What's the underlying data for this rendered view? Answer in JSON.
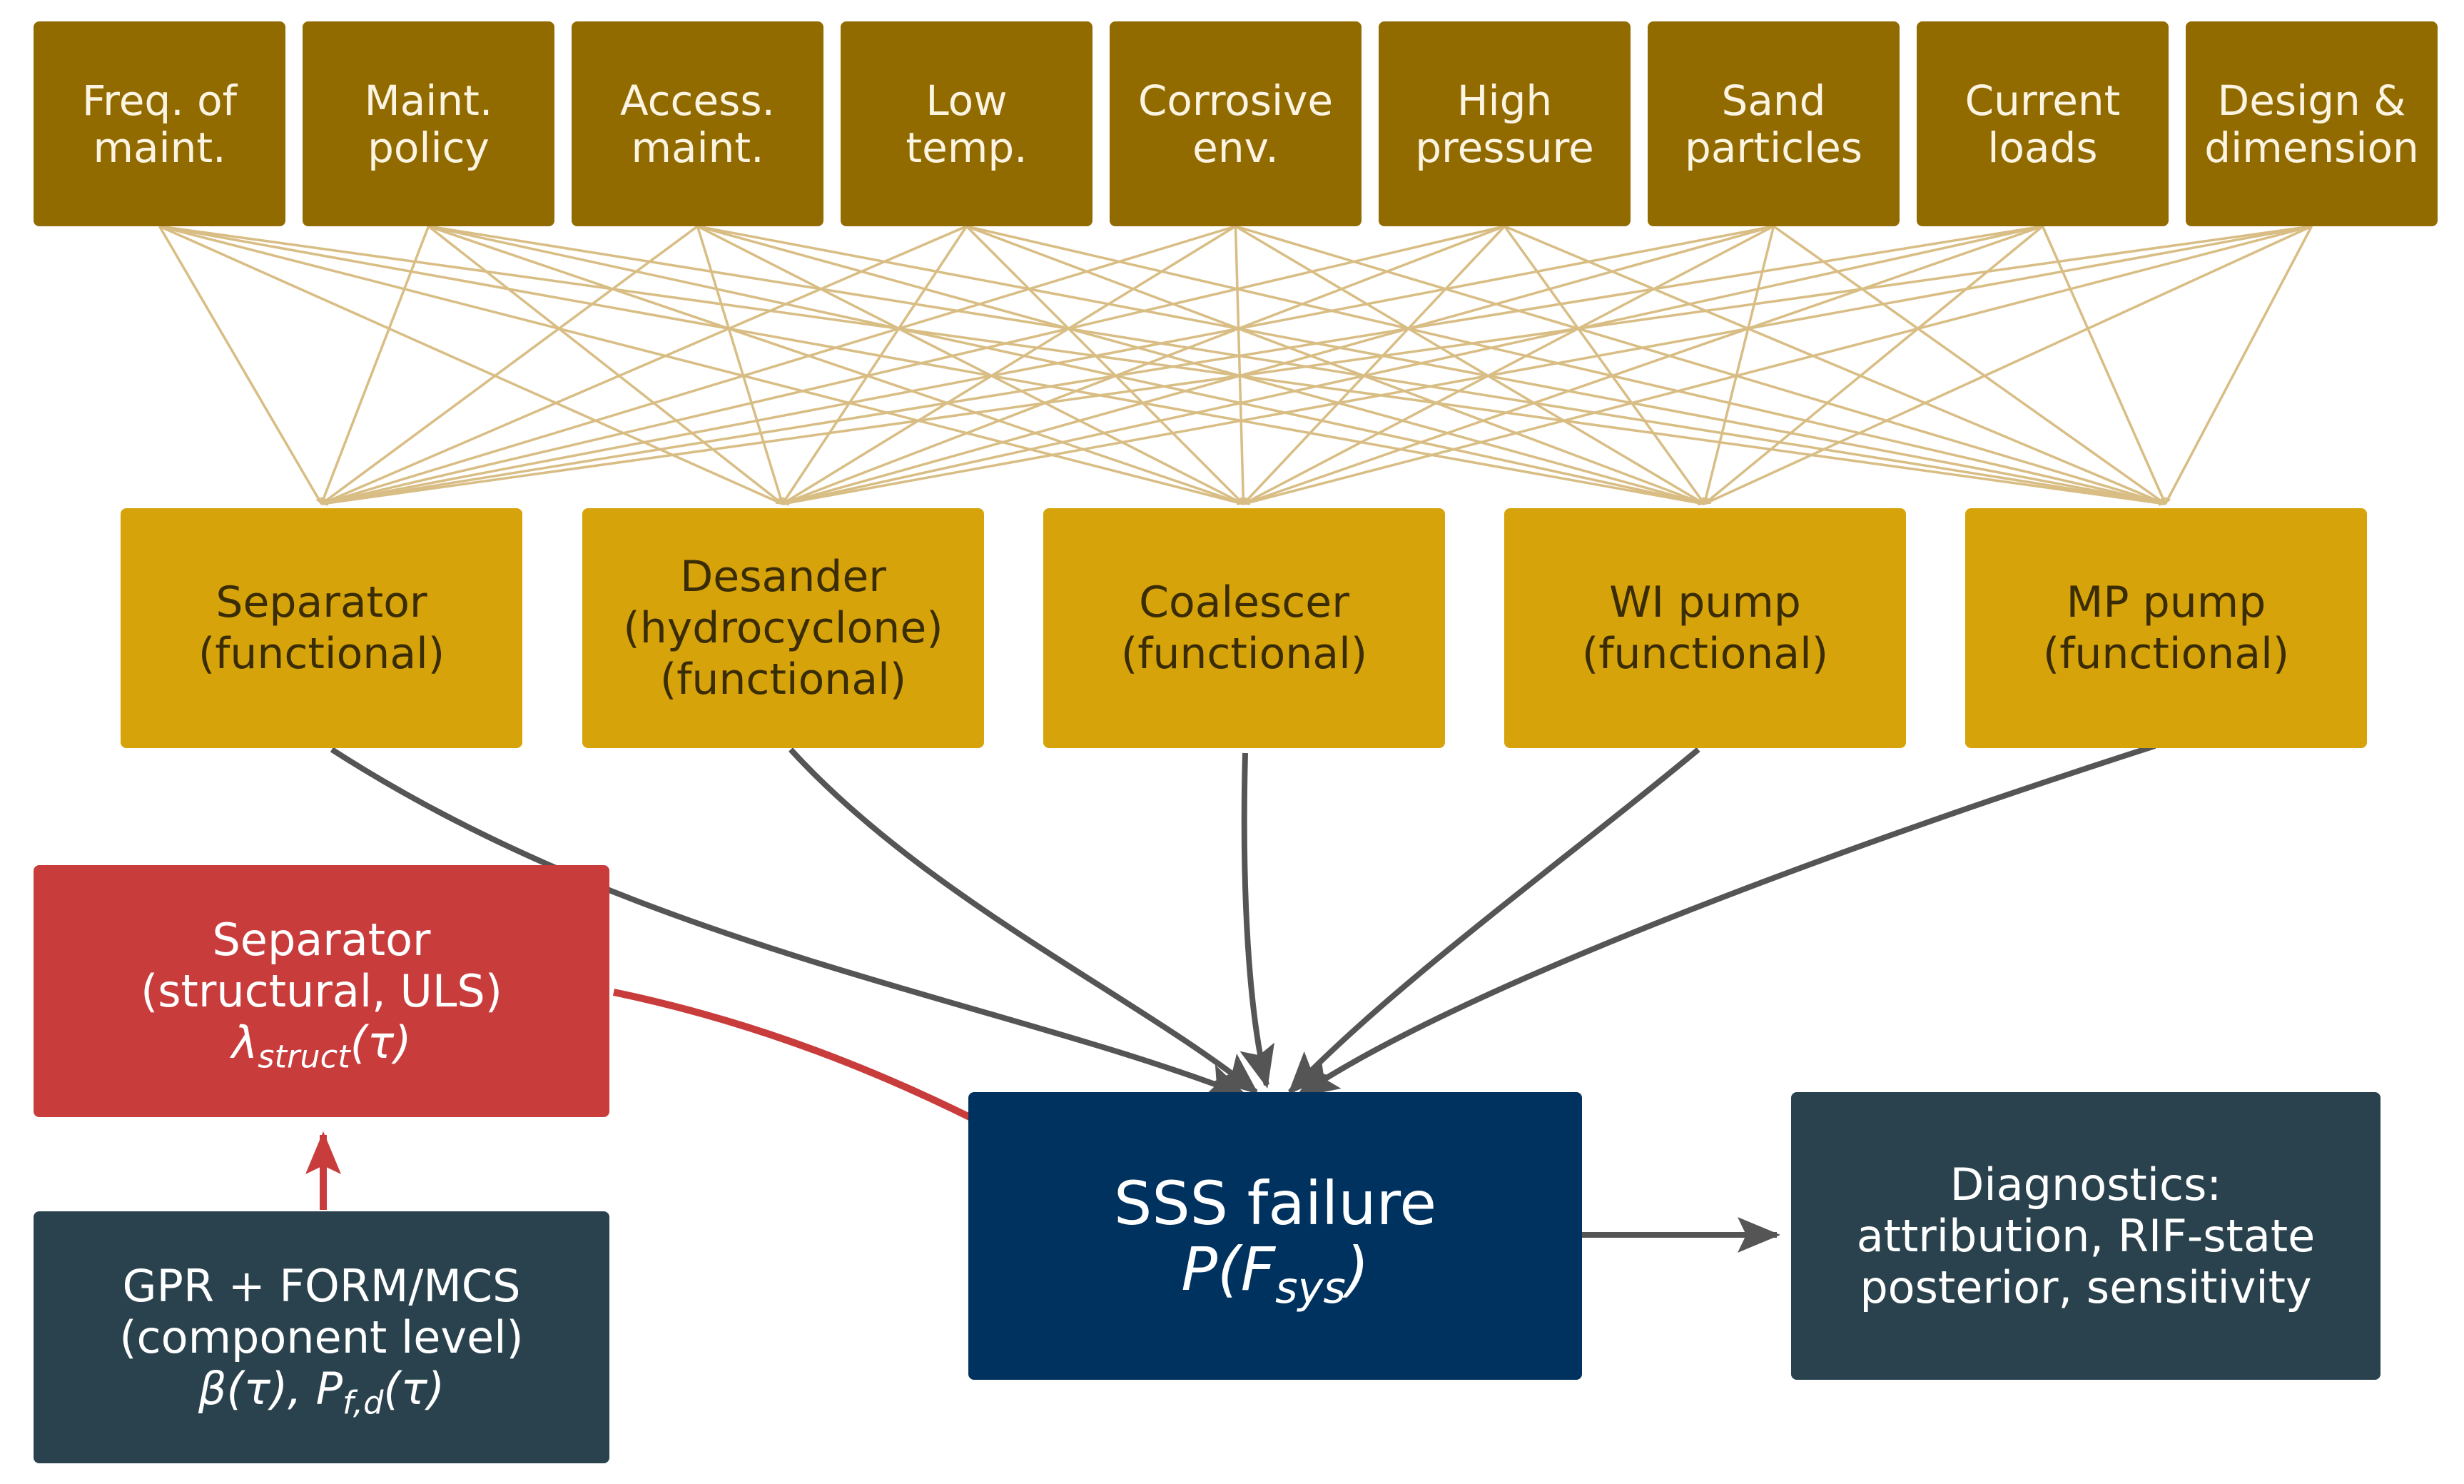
{
  "rifs": [
    {
      "id": "freq",
      "lines": [
        "Freq. of",
        "maint."
      ]
    },
    {
      "id": "policy",
      "lines": [
        "Maint.",
        "policy"
      ]
    },
    {
      "id": "access",
      "lines": [
        "Access.",
        "maint."
      ]
    },
    {
      "id": "lowtemp",
      "lines": [
        "Low",
        "temp."
      ]
    },
    {
      "id": "corrosive",
      "lines": [
        "Corrosive",
        "env."
      ]
    },
    {
      "id": "pressure",
      "lines": [
        "High",
        "pressure"
      ]
    },
    {
      "id": "sand",
      "lines": [
        "Sand",
        "particles"
      ]
    },
    {
      "id": "current",
      "lines": [
        "Current",
        "loads"
      ]
    },
    {
      "id": "design",
      "lines": [
        "Design &",
        "dimension"
      ]
    }
  ],
  "components": [
    {
      "id": "separator",
      "lines": [
        "Separator",
        "(functional)"
      ]
    },
    {
      "id": "desander",
      "lines": [
        "Desander",
        "(hydrocyclone)",
        "(functional)"
      ]
    },
    {
      "id": "coalescer",
      "lines": [
        "Coalescer",
        "(functional)"
      ]
    },
    {
      "id": "wi-pump",
      "lines": [
        "WI pump",
        "(functional)"
      ]
    },
    {
      "id": "mp-pump",
      "lines": [
        "MP pump",
        "(functional)"
      ]
    }
  ],
  "structural": {
    "line1": "Separator",
    "line2": "(structural, ULS)",
    "formula_symbol": "λ",
    "formula_sub": "struct",
    "formula_arg": "(τ)"
  },
  "gpr": {
    "line1": "GPR + FORM/MCS",
    "line2": "(component level)",
    "formula_beta": "β(τ), P",
    "formula_sub": "f,d",
    "formula_arg": "(τ)"
  },
  "system": {
    "title": "SSS failure",
    "formula_p": "P(F",
    "formula_sub": "sys",
    "formula_close": ")"
  },
  "diagnostics": {
    "lines": [
      "Diagnostics:",
      "attribution, RIF-state",
      "posterior, sensitivity"
    ]
  },
  "colors": {
    "rif_box": "#926b00",
    "rif_edge": "#d8bd84",
    "component_box": "#d6a30a",
    "structural_box": "#c93c3c",
    "structural_edge": "#c93c3c",
    "dark_box": "#29424d",
    "system_box": "#00325f",
    "component_edge": "#555555"
  }
}
